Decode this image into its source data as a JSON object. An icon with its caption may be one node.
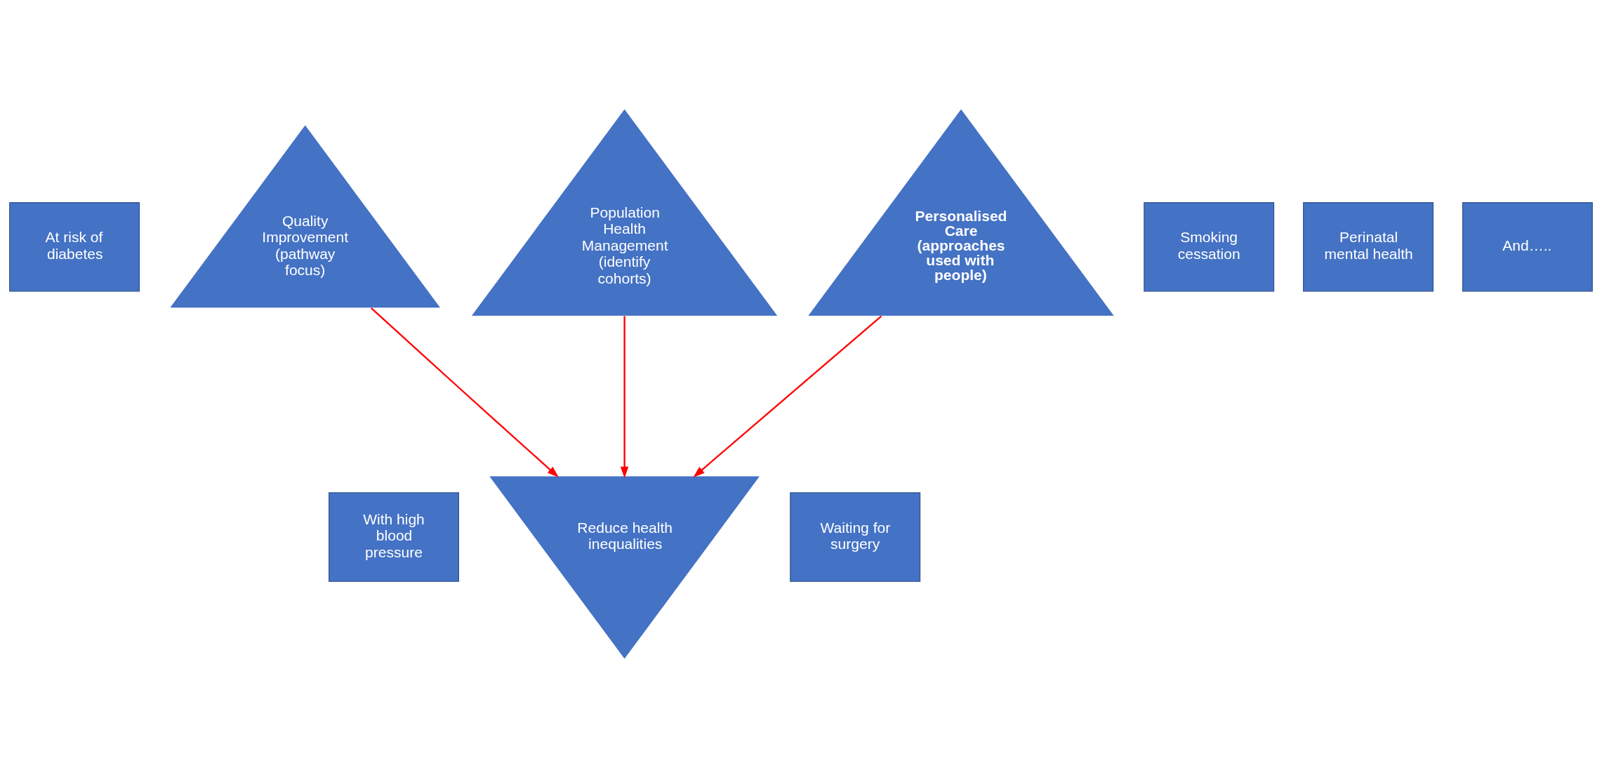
{
  "diagram": {
    "nodes": [
      {
        "text": [
          "At risk of diabetes"
        ]
      },
      {
        "text": [
          "With high blood pressure"
        ]
      },
      {
        "text": [
          "Quality Improvement (pathway focus)"
        ]
      },
      {
        "text": [
          "Reduce health inequalities"
        ]
      },
      {
        "text": [
          "Population Health Management (identify cohorts)"
        ]
      },
      {
        "text": [
          "Personalised Care (approaches used with people)"
        ]
      },
      {
        "text": [
          "Smoking cessation"
        ]
      },
      {
        "text": [
          "Perinatal mental health"
        ]
      },
      {
        "text": [
          "Waiting for surgery"
        ]
      },
      {
        "text": [
          "And….."
        ]
      }
    ],
    "edges": [
      {
        "from": 2,
        "to": 3,
        "arrow": "to"
      },
      {
        "from": 4,
        "to": 3,
        "arrow": "to"
      },
      {
        "from": 5,
        "to": 3,
        "arrow": "to"
      }
    ]
  }
}
